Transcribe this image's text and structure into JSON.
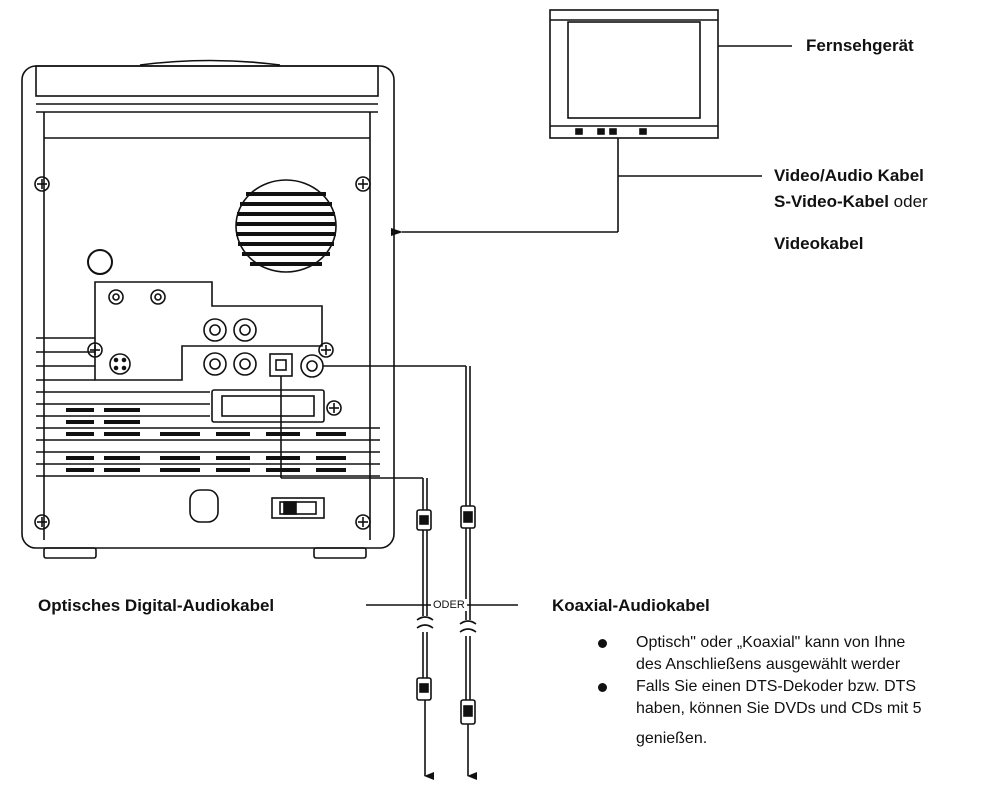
{
  "labels": {
    "tv": "Fernsehgerät",
    "av_cable": "Video/Audio Kabel",
    "svideo_cable": "S-Video-Kabel",
    "oder_word": "oder",
    "video_cable": "Videokabel",
    "optical_cable": "Optisches Digital-Audiokabel",
    "coax_cable": "Koaxial-Audiokabel",
    "oder_caps": "ODER"
  },
  "notes": [
    {
      "line1": "Optisch\" oder „Koaxial\" kann von Ihne",
      "line2": "des Anschließens ausgewählt werder"
    },
    {
      "line1": "Falls Sie einen DTS-Dekoder bzw. DTS",
      "line2": "haben, können Sie DVDs und CDs mit 5",
      "line3": "genießen."
    }
  ]
}
